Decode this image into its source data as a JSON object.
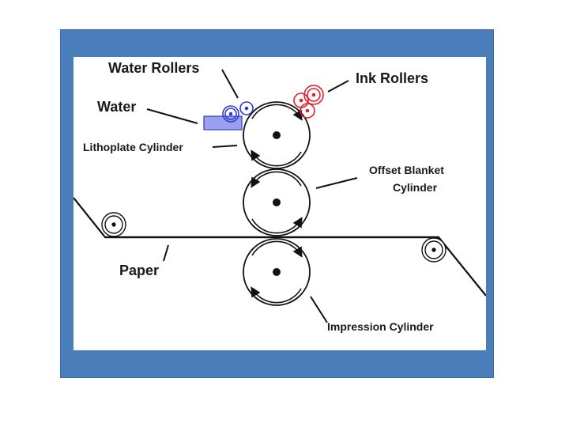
{
  "diagram": {
    "labels": {
      "water_rollers": "Water Rollers",
      "ink_rollers": "Ink Rollers",
      "water": "Water",
      "lithoplate_cylinder": "Lithoplate Cylinder",
      "offset_blanket_line1": "Offset Blanket",
      "offset_blanket_line2": "Cylinder",
      "paper": "Paper",
      "impression_cylinder": "Impression Cylinder"
    },
    "colors": {
      "frame": "#4a7ebb",
      "water_rollers": "#2a3bd6",
      "ink_rollers": "#e0202a",
      "water_tray": "#9aa0f0",
      "ink": "#111111"
    }
  }
}
